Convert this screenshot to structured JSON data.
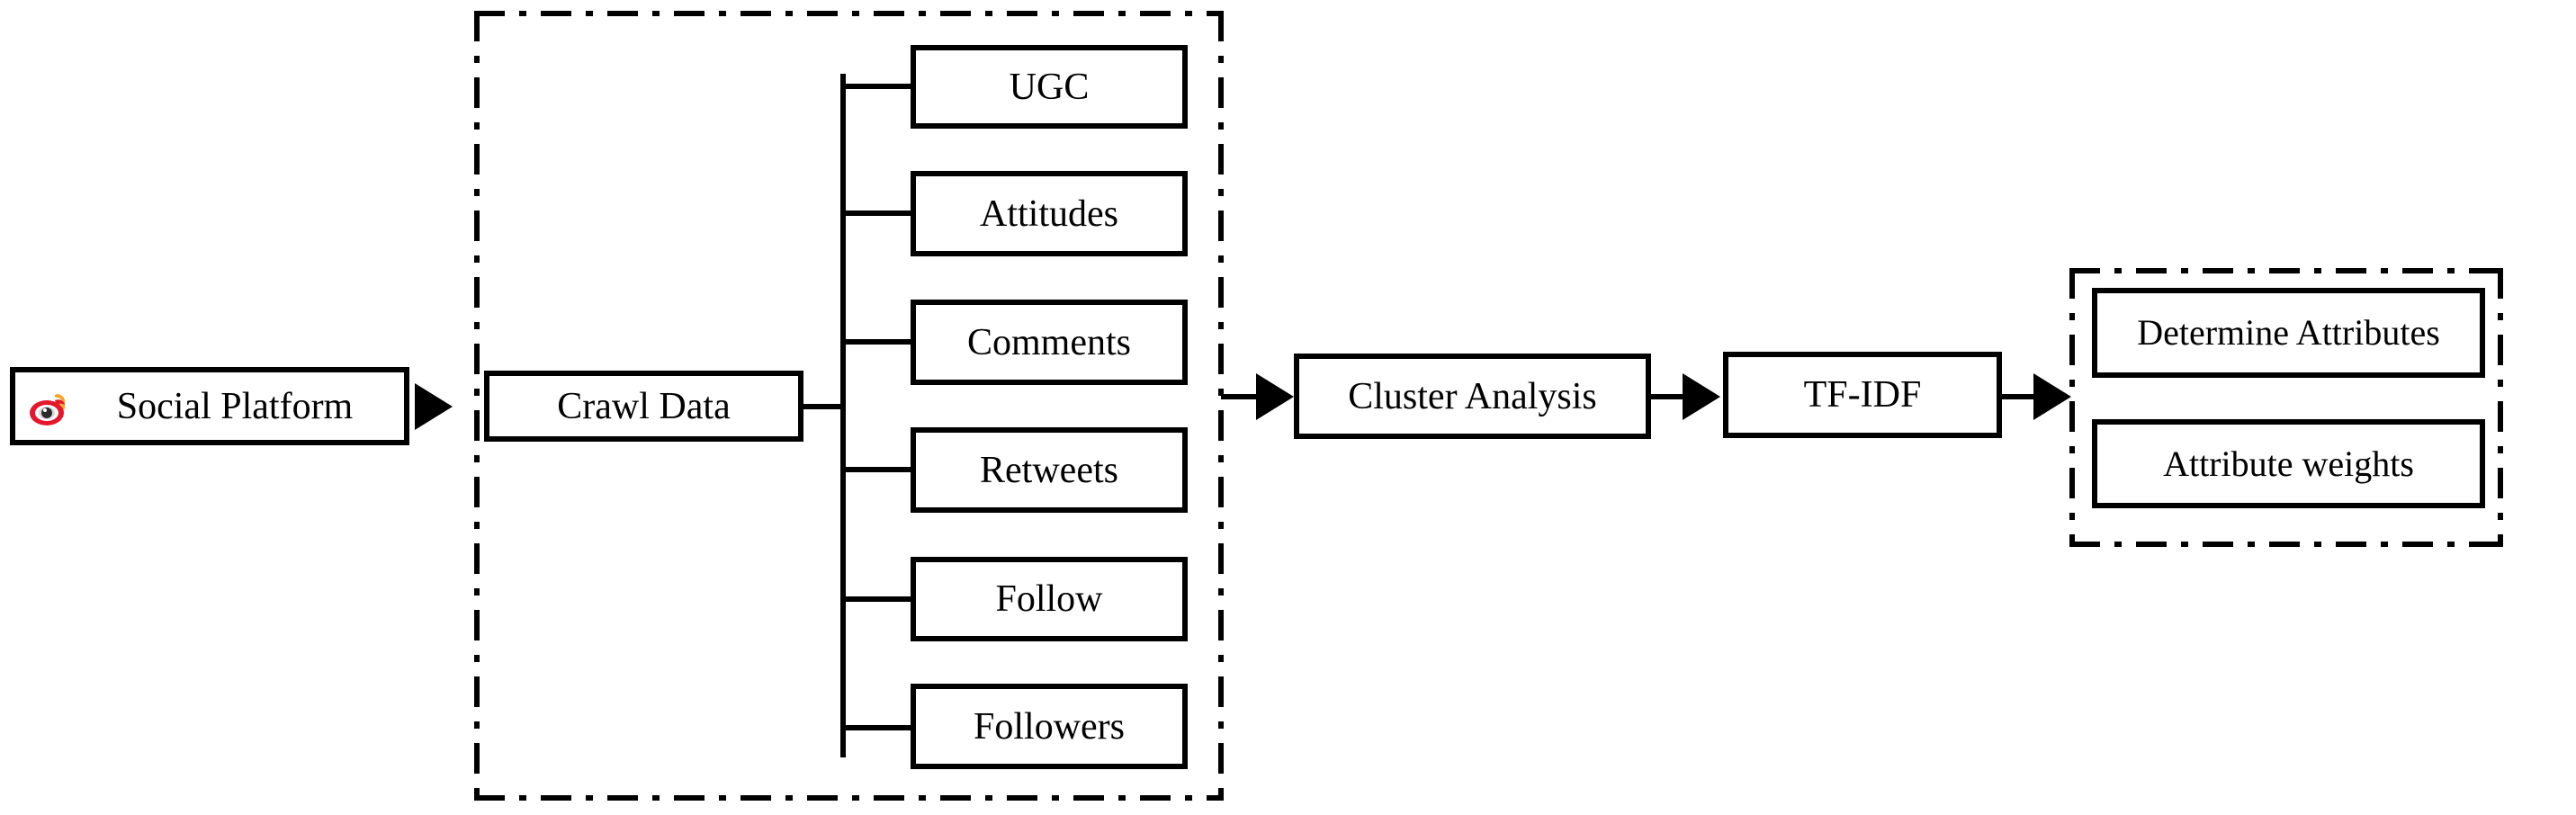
{
  "diagram": {
    "title": "Social platform data crawling and attribute weighting flowchart",
    "colors": {
      "stroke": "#000000",
      "fill": "#ffffff",
      "logo_red": "#e6162d",
      "logo_orange": "#f5a623",
      "logo_pupil": "#5a5a5a"
    }
  },
  "source": {
    "label": "Social Platform",
    "icon": "weibo-logo-icon"
  },
  "crawl_group": {
    "label": "Crawl Data",
    "branches": [
      {
        "label": "UGC"
      },
      {
        "label": "Attitudes"
      },
      {
        "label": "Comments"
      },
      {
        "label": "Retweets"
      },
      {
        "label": "Follow"
      },
      {
        "label": "Followers"
      }
    ]
  },
  "pipeline": [
    {
      "label": "Cluster Analysis"
    },
    {
      "label": "TF-IDF"
    }
  ],
  "output_group": {
    "items": [
      {
        "label": "Determine Attributes"
      },
      {
        "label": "Attribute weights"
      }
    ]
  },
  "arrows": [
    {
      "name": "source-to-crawl"
    },
    {
      "name": "crawl-group-to-cluster"
    },
    {
      "name": "cluster-to-tfidf"
    },
    {
      "name": "tfidf-to-output"
    }
  ]
}
